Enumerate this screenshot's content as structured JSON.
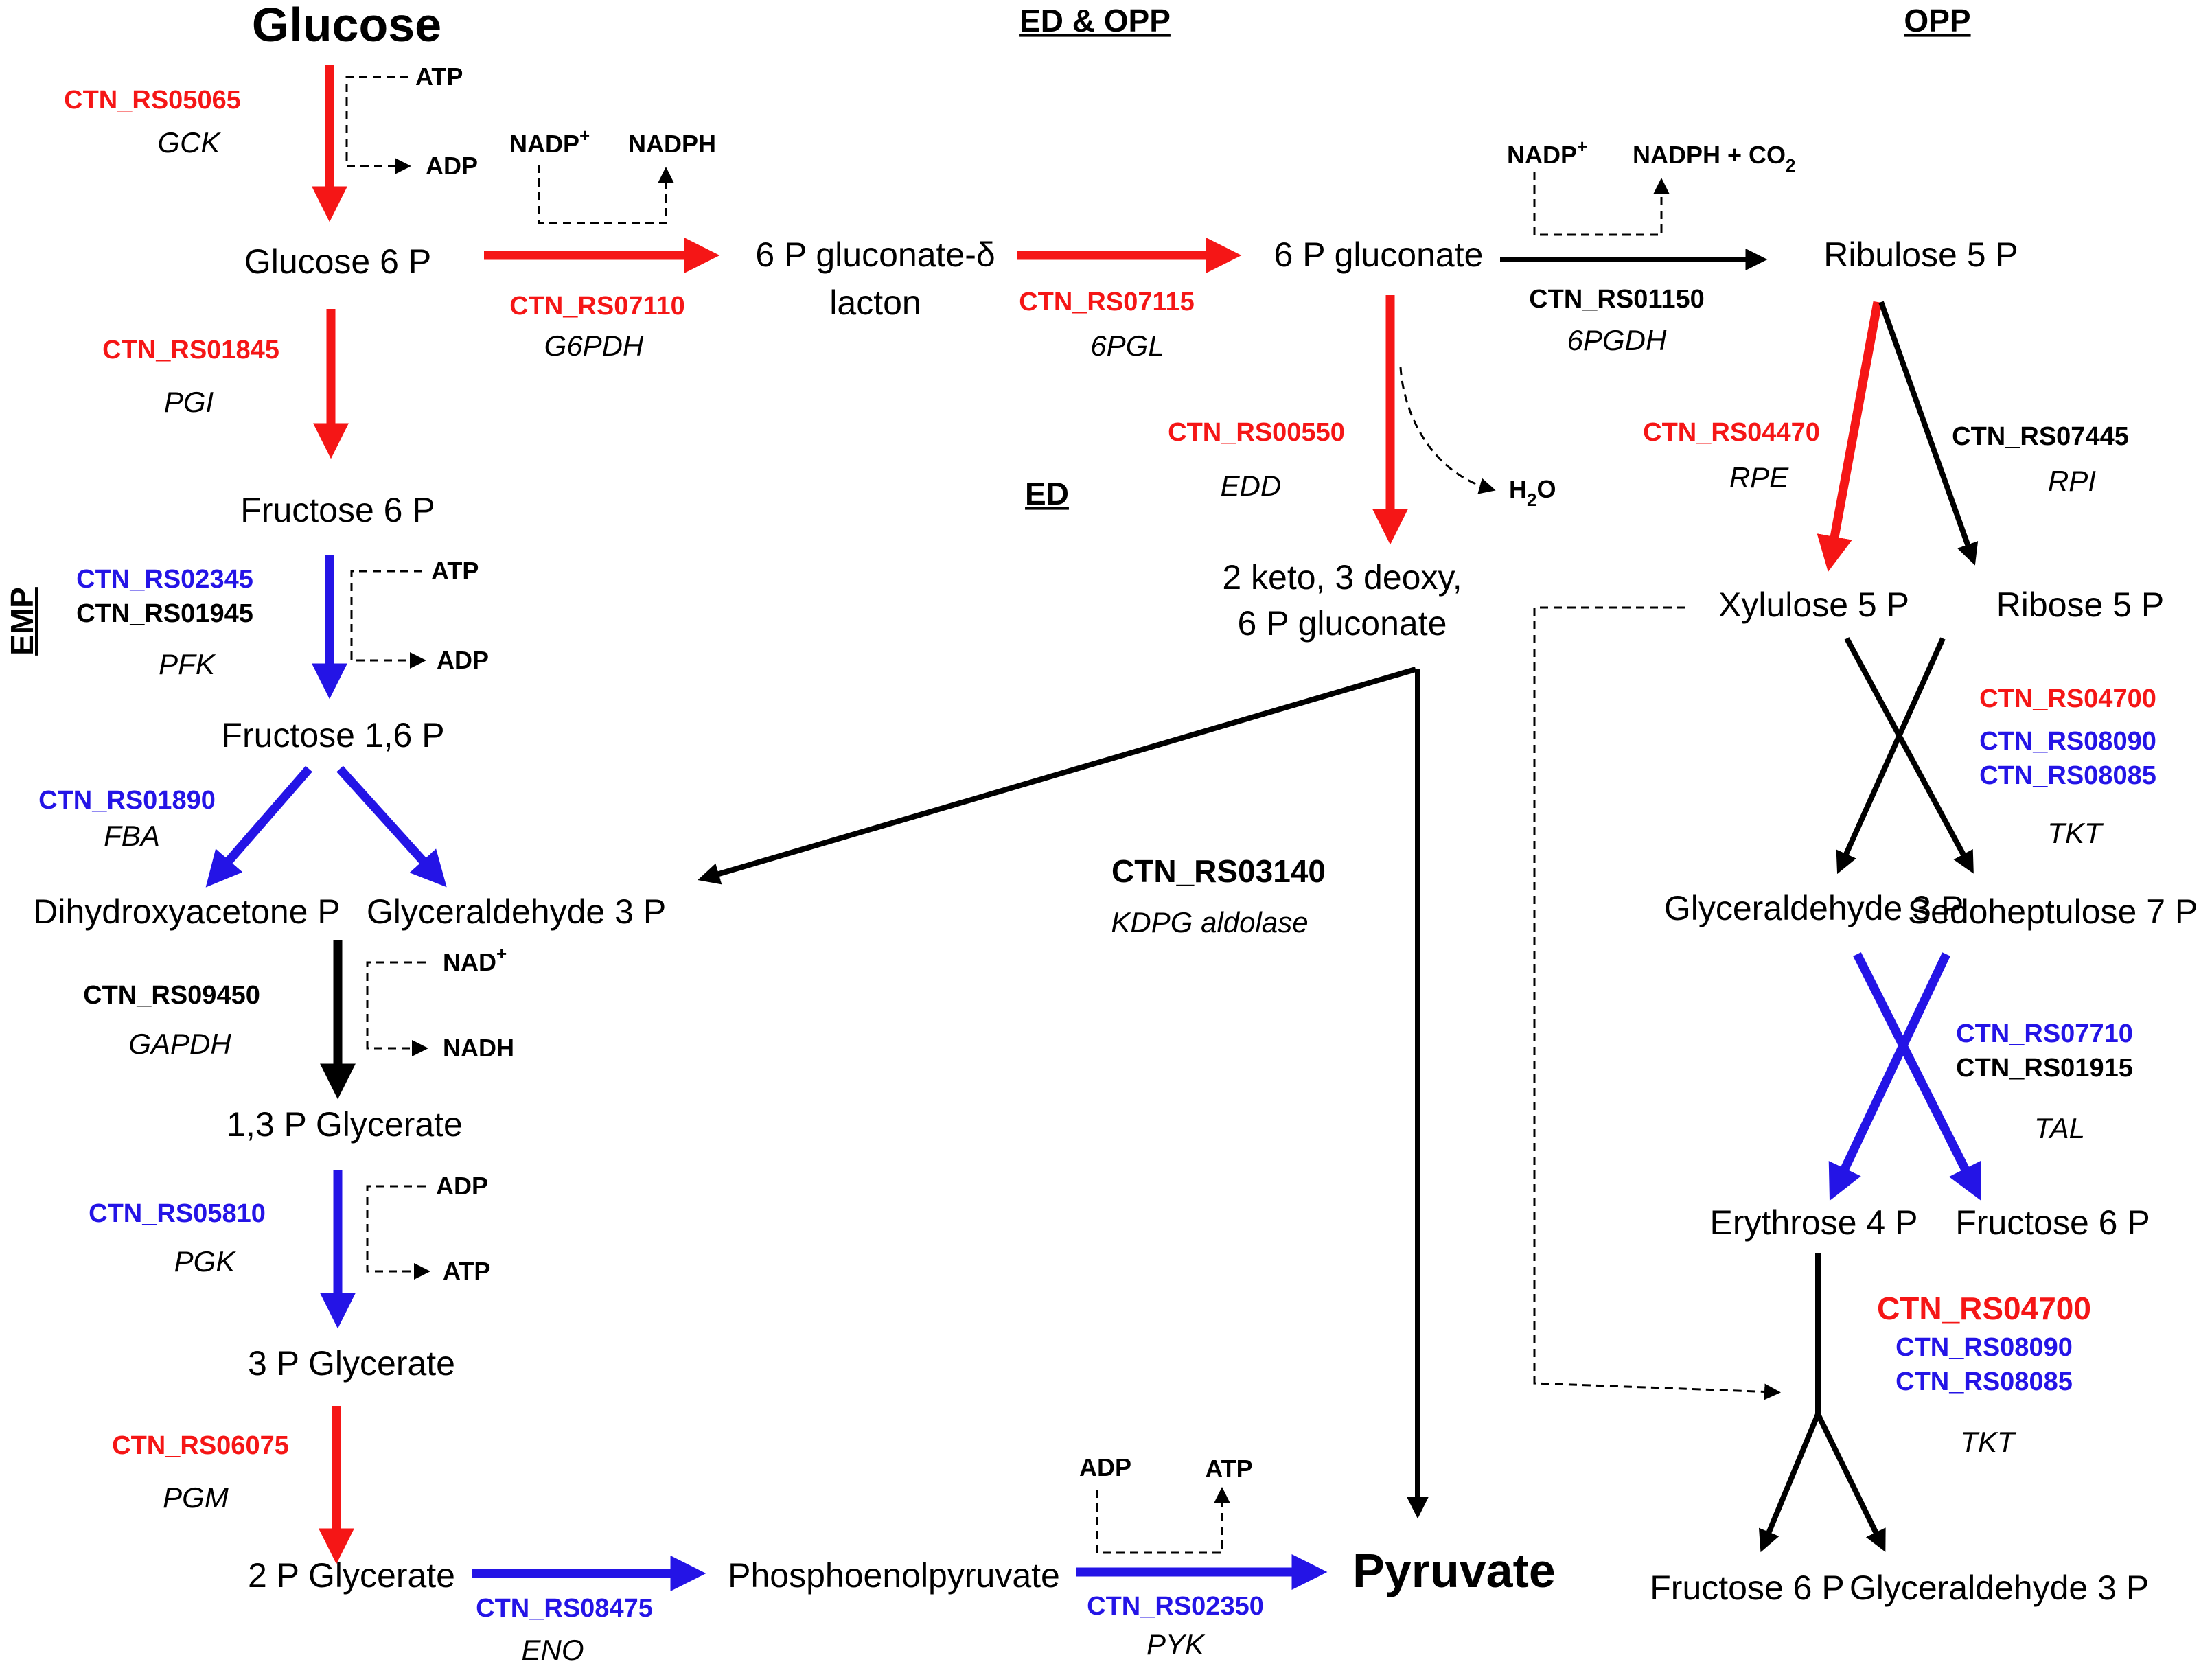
{
  "colors": {
    "red": "#f51616",
    "blue": "#2414e6",
    "black": "#000000"
  },
  "sections": {
    "ed_opp": "ED & OPP",
    "opp": "OPP",
    "ed": "ED",
    "emp": "EMP"
  },
  "metabolites": {
    "glucose": "Glucose",
    "g6p": "Glucose 6 P",
    "f6p": "Fructose 6 P",
    "f16p": "Fructose 1,6 P",
    "dhap": "Dihydroxyacetone P",
    "g3p": "Glyceraldehyde 3 P",
    "bpg": "1,3 P Glycerate",
    "pg3": "3 P Glycerate",
    "pg2": "2 P Glycerate",
    "pep": "Phosphoenolpyruvate",
    "pyruvate": "Pyruvate",
    "gluconolacton_1": "6 P gluconate-δ",
    "gluconolacton_2": "lacton",
    "gluconate": "6 P gluconate",
    "kdpg_1": "2 keto, 3 deoxy,",
    "kdpg_2": "6 P gluconate",
    "ru5p": "Ribulose 5 P",
    "xu5p": "Xylulose 5 P",
    "r5p": "Ribose 5 P",
    "g3p_opp": "Glyceraldehyde 3 P",
    "s7p": "Sedoheptulose 7 P",
    "e4p": "Erythrose 4 P",
    "f6p_opp": "Fructose 6 P",
    "f6p_opp2": "Fructose 6 P",
    "g3p_opp2": "Glyceraldehyde 3 P"
  },
  "cofactors": {
    "atp": "ATP",
    "adp": "ADP",
    "nadp": "NADP",
    "nadph": "NADPH",
    "nadph_co2": "NADPH + CO",
    "co2_sub": "2",
    "plus": "+",
    "h2o": "H",
    "h2o_sub": "2",
    "h2o_o": "O",
    "nad": "NAD",
    "nadh": "NADH"
  },
  "reactions": {
    "gck": {
      "gene": "CTN_RS05065",
      "enzyme": "GCK"
    },
    "pgi": {
      "gene": "CTN_RS01845",
      "enzyme": "PGI"
    },
    "pfk": {
      "gene1": "CTN_RS02345",
      "gene2": "CTN_RS01945",
      "enzyme": "PFK"
    },
    "fba": {
      "gene": "CTN_RS01890",
      "enzyme": "FBA"
    },
    "gapdh": {
      "gene": "CTN_RS09450",
      "enzyme": "GAPDH"
    },
    "pgk": {
      "gene": "CTN_RS05810",
      "enzyme": "PGK"
    },
    "pgm": {
      "gene": "CTN_RS06075",
      "enzyme": "PGM"
    },
    "eno": {
      "gene": "CTN_RS08475",
      "enzyme": "ENO"
    },
    "pyk": {
      "gene": "CTN_RS02350",
      "enzyme": "PYK"
    },
    "g6pdh": {
      "gene": "CTN_RS07110",
      "enzyme": "G6PDH"
    },
    "pgl": {
      "gene": "CTN_RS07115",
      "enzyme": "6PGL"
    },
    "edd": {
      "gene": "CTN_RS00550",
      "enzyme": "EDD"
    },
    "kdpg": {
      "gene": "CTN_RS03140",
      "enzyme": "KDPG aldolase"
    },
    "pgdh": {
      "gene": "CTN_RS01150",
      "enzyme": "6PGDH"
    },
    "rpe": {
      "gene": "CTN_RS04470",
      "enzyme": "RPE"
    },
    "rpi": {
      "gene": "CTN_RS07445",
      "enzyme": "RPI"
    },
    "tkt1": {
      "gene1": "CTN_RS04700",
      "gene2": "CTN_RS08090",
      "gene3": "CTN_RS08085",
      "enzyme": "TKT"
    },
    "tal": {
      "gene1": "CTN_RS07710",
      "gene2": "CTN_RS01915",
      "enzyme": "TAL"
    },
    "tkt2": {
      "gene1": "CTN_RS04700",
      "gene2": "CTN_RS08090",
      "gene3": "CTN_RS08085",
      "enzyme": "TKT"
    }
  }
}
